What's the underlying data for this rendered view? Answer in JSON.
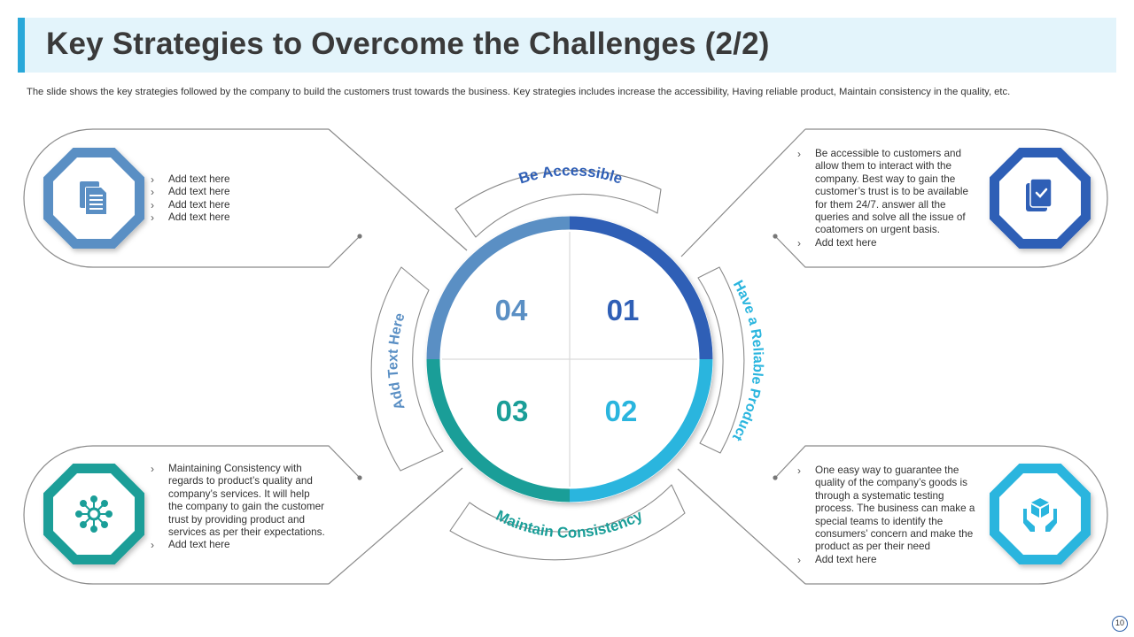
{
  "slide": {
    "title": "Key Strategies to Overcome the Challenges (2/2)",
    "subtitle": "The slide shows the key strategies followed by the company to build the customers trust towards the business. Key strategies includes increase the accessibility, Having reliable product, Maintain consistency in the quality, etc.",
    "page_number": "10"
  },
  "wheel": {
    "q1": {
      "number": "01",
      "label": "Be Accessible",
      "color": "#2f5fb6"
    },
    "q2": {
      "number": "02",
      "label": "Have a Reliable Product",
      "color": "#2ab5de"
    },
    "q3": {
      "number": "03",
      "label": "Maintain Consistency",
      "color": "#1a9e98"
    },
    "q4": {
      "number": "04",
      "label": "Add Text Here",
      "color": "#5a8fc4"
    }
  },
  "panels": {
    "top_left": {
      "icon": "document-icon",
      "items": [
        "Add text here",
        "Add text here",
        "Add text here",
        "Add text here"
      ]
    },
    "top_right": {
      "icon": "clipboard-check-icon",
      "items": [
        "Be accessible to customers and allow them to interact with the company. Best way to gain the customer’s trust is to be available for them 24/7. answer all the queries and solve all the issue of coatomers on urgent basis.",
        "Add text here"
      ]
    },
    "bottom_left": {
      "icon": "network-hub-icon",
      "items": [
        "Maintaining Consistency with regards to product’s quality and company’s services. It will help the company to gain the customer trust by providing product and services as per their expectations.",
        "Add text here"
      ]
    },
    "bottom_right": {
      "icon": "hands-box-icon",
      "items": [
        "One easy way to guarantee the quality of the company’s goods is through a systematic testing process. The business can make a special teams to identify the consumers’ concern and make the product as per their need",
        "Add text here"
      ]
    }
  }
}
